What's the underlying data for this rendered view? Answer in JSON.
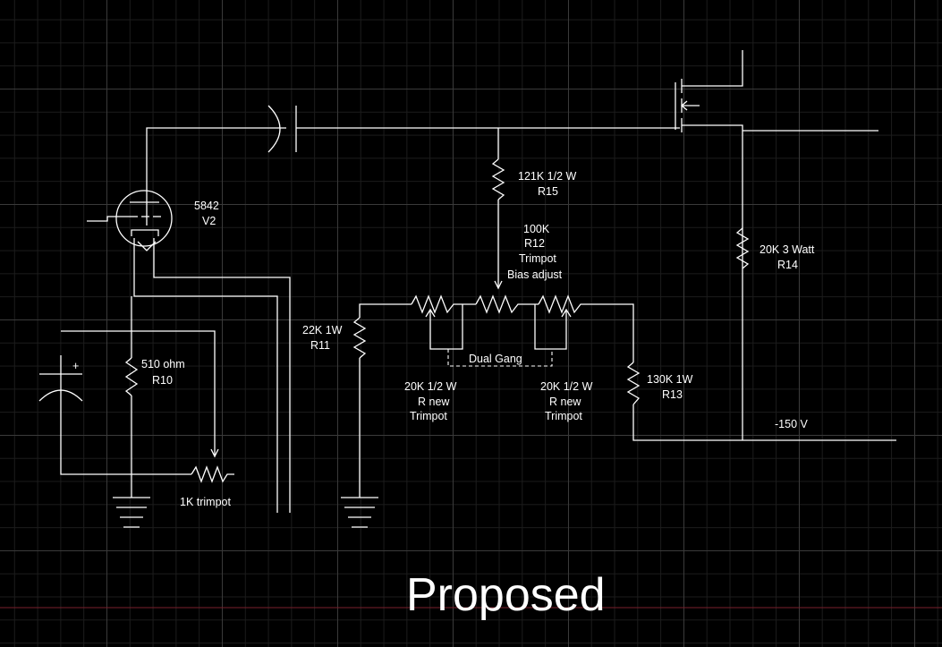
{
  "tube": {
    "type": "5842",
    "ref": "V2"
  },
  "r15": {
    "value": "121K 1/2 W",
    "ref": "R15"
  },
  "r12": {
    "value": "100K",
    "ref": "R12",
    "kind": "Trimpot",
    "note": "Bias adjust"
  },
  "r14": {
    "value": "20K 3 Watt",
    "ref": "R14"
  },
  "r11": {
    "value": "22K 1W",
    "ref": "R11"
  },
  "r10": {
    "value": "510 ohm",
    "ref": "R10"
  },
  "trim_1k": {
    "value": "1K trimpot"
  },
  "dual_gang": {
    "label": "Dual Gang"
  },
  "r_new_left": {
    "value": "20K 1/2 W",
    "line2": "R new",
    "line3": "Trimpot"
  },
  "r_new_right": {
    "value": "20K 1/2 W",
    "line2": "R new",
    "line3": "Trimpot"
  },
  "r13": {
    "value": "130K 1W",
    "ref": "R13"
  },
  "rail": {
    "label": "-150 V"
  },
  "cap_polarity": {
    "label": "+"
  },
  "title": {
    "text": "Proposed"
  },
  "colors": {
    "background": "#000000",
    "wire": "#ffffff",
    "grid_major": "#3a3a3a",
    "grid_minor": "#1c1c1c",
    "baseline": "#7a1f2b"
  }
}
